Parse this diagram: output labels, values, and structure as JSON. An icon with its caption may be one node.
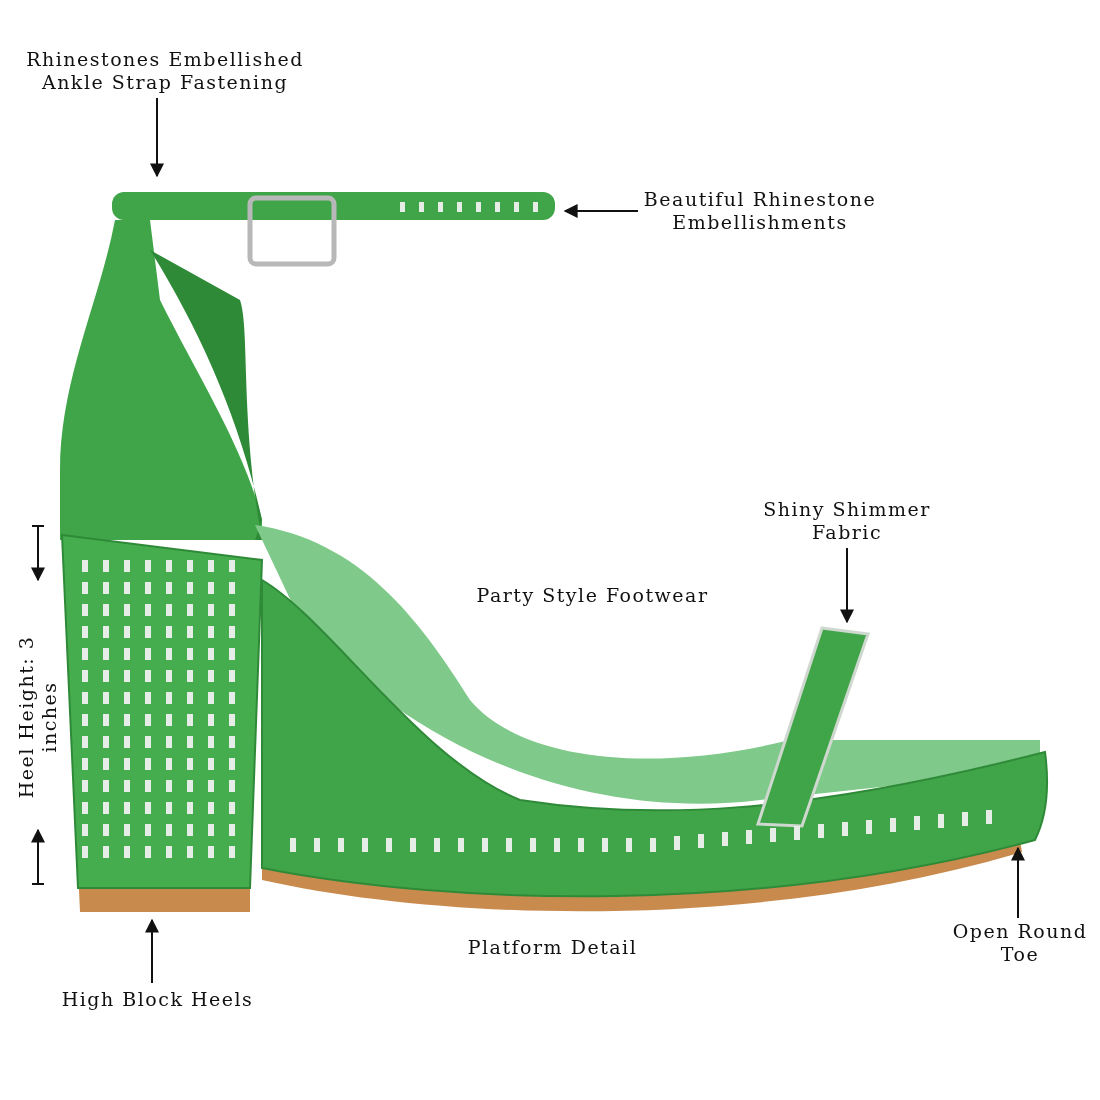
{
  "diagram": {
    "nodes": [
      {
        "text": [
          "Rhinestones Embellished Ankle Strap Fastening"
        ]
      },
      {
        "text": [
          "Beautiful Rhinestone Embellishments"
        ]
      },
      {
        "text": [
          "Shiny Shimmer Fabric"
        ]
      },
      {
        "text": [
          "High Block Heels"
        ]
      },
      {
        "text": [
          "Open Round Toe"
        ]
      }
    ],
    "edges": [
      {
        "from": 0,
        "to": null,
        "arrow": "to"
      },
      {
        "from": 1,
        "to": null,
        "arrow": "to"
      },
      {
        "from": 2,
        "to": null,
        "arrow": "to"
      },
      {
        "from": 3,
        "to": null,
        "arrow": "to"
      },
      {
        "from": 4,
        "to": null,
        "arrow": "to"
      }
    ],
    "labels": [
      "Party Style Footwear",
      "Heel Height: 3 inches",
      "Platform Detail"
    ]
  }
}
